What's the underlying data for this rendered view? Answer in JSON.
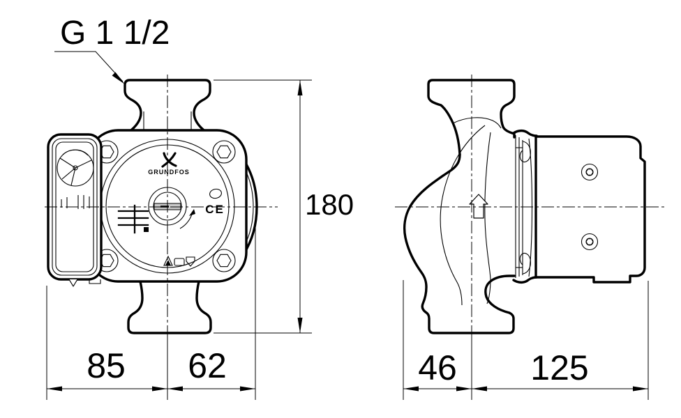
{
  "drawing": {
    "kind": "pump-dimensional-drawing",
    "brand_text": "GRUNDFOS",
    "thread_label": "G 1 1/2",
    "ce_text": "CE",
    "dimensions": {
      "overall_height": "180",
      "front_center_to_left": "85",
      "front_center_to_right": "62",
      "side_center_to_front": "46",
      "side_center_to_back": "125"
    },
    "colors": {
      "ink": "#000000",
      "paper": "#ffffff",
      "hub_slot_fill": "#c9c9c9"
    }
  }
}
